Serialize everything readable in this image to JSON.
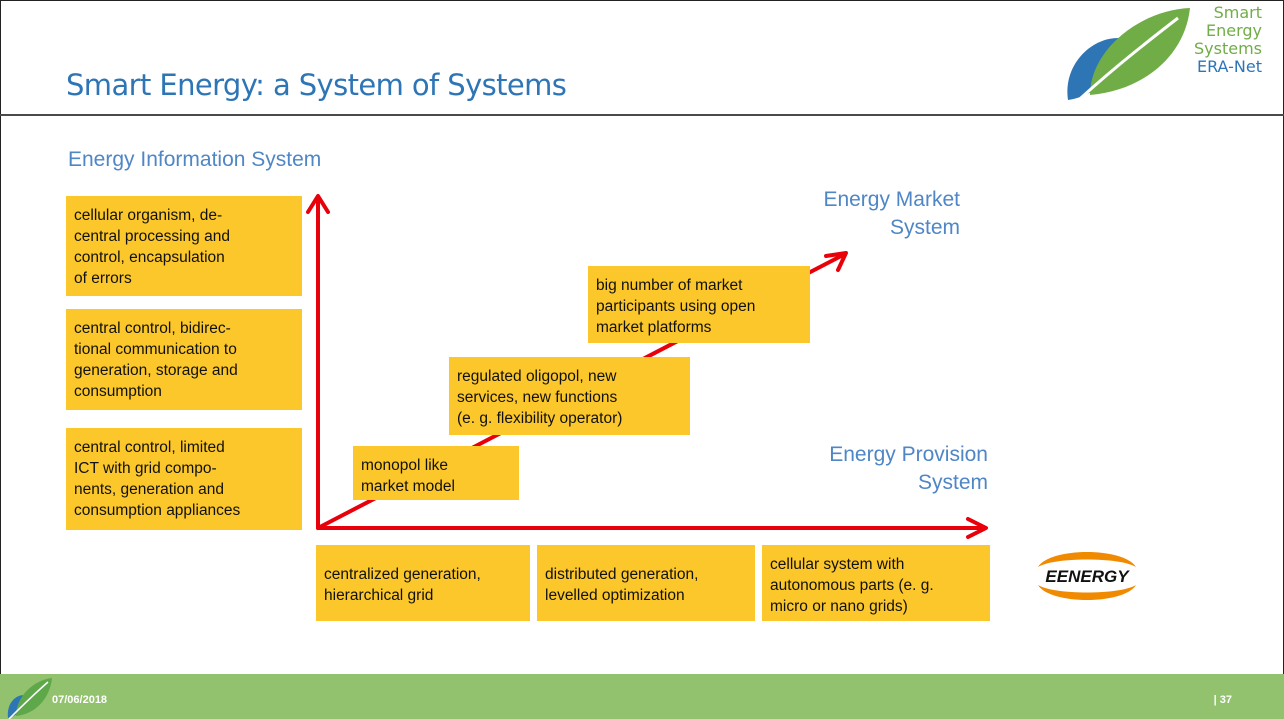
{
  "slide": {
    "title": "Smart Energy: a System of Systems",
    "footer_date": "07/06/2018",
    "page_number": "| 37"
  },
  "logo": {
    "lines": [
      "Smart",
      "Energy",
      "Systems",
      "ERA-Net"
    ]
  },
  "eenergy_logo": {
    "text": "EENERGY"
  },
  "axes": {
    "vertical": "Energy Information System",
    "diagonal_line1": "Energy Market",
    "diagonal_line2": "System",
    "horizontal_line1": "Energy Provision",
    "horizontal_line2": "System"
  },
  "information_boxes": [
    "cellular organism, de-\ncentral processing and\ncontrol, encapsulation\nof errors",
    "central control, bidirec-\ntional communication to\ngeneration, storage and\nconsumption",
    "central control, limited\nICT with grid compo-\nnents, generation and\nconsumption appliances"
  ],
  "market_boxes": [
    "big number of market\nparticipants using open\nmarket platforms",
    "regulated oligopol, new\nservices, new functions\n(e. g. flexibility operator)",
    "monopol like\nmarket model"
  ],
  "provision_boxes": [
    "centralized generation,\nhierarchical grid",
    "distributed generation,\nlevelled optimization",
    "cellular system with\nautonomous parts (e. g.\nmicro or nano grids)"
  ],
  "colors": {
    "title": "#2e75b6",
    "axis_label": "#4f86c6",
    "box": "#fcc72b",
    "arrow": "#e8000b",
    "footer": "#92c26e",
    "logo_green": "#70ad47",
    "logo_blue": "#2e75b6"
  }
}
